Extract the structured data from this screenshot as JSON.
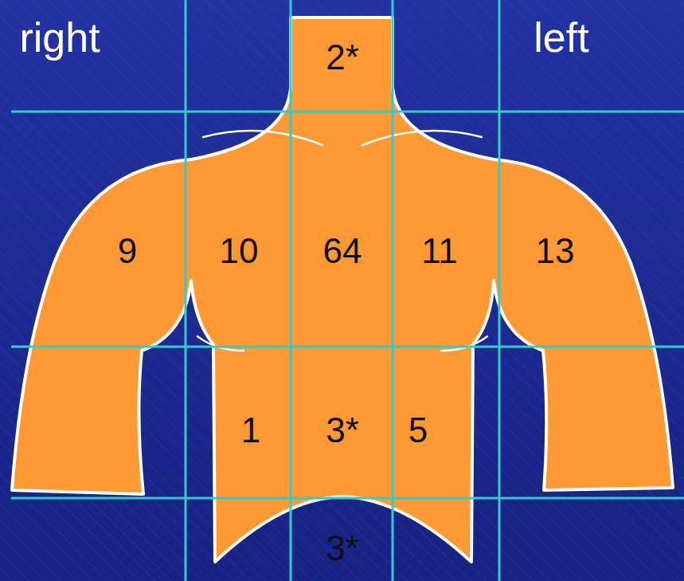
{
  "diagram": {
    "labels": [
      "right",
      "left",
      "2*",
      "9",
      "10",
      "64",
      "11",
      "13",
      "1",
      "3*",
      "5",
      "3*"
    ]
  }
}
